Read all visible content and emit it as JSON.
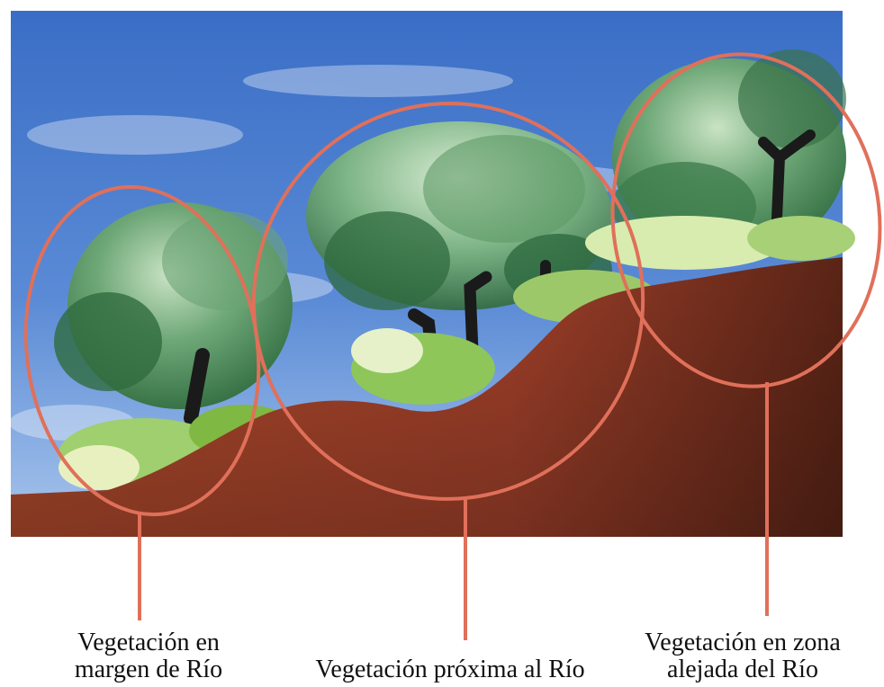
{
  "labels": {
    "margin": {
      "line1": "Vegetación en",
      "line2": "margen de Río"
    },
    "proxima": {
      "line1": "Vegetación próxima al Río"
    },
    "alejada": {
      "line1": "Vegetación en zona",
      "line2": "alejada del Río"
    }
  },
  "colors": {
    "sky": "#3f74c8",
    "sky_light": "#9fbfe8",
    "soil": "#a8432a",
    "soil_dark": "#5a2416",
    "foliage_dark": "#2f6b3f",
    "foliage_mid": "#4f8f5c",
    "foliage_light": "#b9d9b4",
    "grass": "#7fb843",
    "trunk": "#1a1a1a",
    "annotation": "#e0705a"
  }
}
